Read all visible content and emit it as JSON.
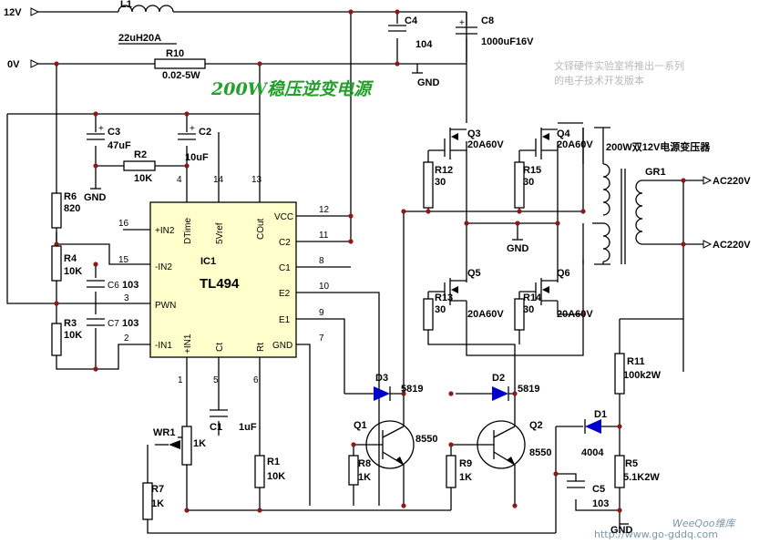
{
  "title": "200W稳压逆变电源",
  "note_lines": [
    "文铎硬件实验室将推出一系列",
    "的电子技术开发版本"
  ],
  "watermark": "http://www.go-gddq.com",
  "watermark_logo": "WeeQoo维库",
  "rails": {
    "v12": "12V",
    "v0": "0V"
  },
  "gnd": "GND",
  "ac_out": [
    "AC220V",
    "AC220V"
  ],
  "transformer": "200W双12V电源变压器",
  "gr1": "GR1",
  "ic": {
    "name": "IC1",
    "part": "TL494",
    "left_pins": [
      "+IN2",
      "-IN2",
      "PWN",
      "-IN1"
    ],
    "top_pins": [
      "DTime",
      "5Vref",
      "COut"
    ],
    "right_pins": [
      "VCC",
      "C2",
      "C1",
      "E2",
      "E1",
      "GND"
    ],
    "bottom_pins": [
      "+IN1",
      "Ct",
      "Rt"
    ],
    "pin_numbers": [
      "16",
      "15",
      "3",
      "2",
      "4",
      "14",
      "13",
      "12",
      "11",
      "8",
      "10",
      "9",
      "7",
      "1",
      "5",
      "6"
    ]
  },
  "components": {
    "L1": [
      "L1",
      "22uH20A"
    ],
    "R10": [
      "R10",
      "0.02-5W"
    ],
    "C4": [
      "C4",
      "104"
    ],
    "C8": [
      "C8",
      "1000uF16V"
    ],
    "C3": [
      "C3",
      "47uF"
    ],
    "C2": [
      "C2",
      "10uF"
    ],
    "R2": [
      "R2",
      "10K"
    ],
    "R6": [
      "R6",
      "820"
    ],
    "R4": [
      "R4",
      "10K"
    ],
    "R3": [
      "R3",
      "10K"
    ],
    "C6": [
      "C6",
      "103"
    ],
    "C7": [
      "C7",
      "103"
    ],
    "WR1": [
      "WR1",
      "1K"
    ],
    "R7": [
      "R7",
      "1K"
    ],
    "C1": [
      "C1",
      "1uF"
    ],
    "R1": [
      "R1",
      "10K"
    ],
    "Q3": [
      "Q3",
      "20A60V"
    ],
    "Q4": [
      "Q4",
      "20A60V"
    ],
    "Q5": [
      "Q5",
      "20A60V"
    ],
    "Q6": [
      "Q6",
      "20A60V"
    ],
    "R12": [
      "R12",
      "30"
    ],
    "R15": [
      "R15",
      "30"
    ],
    "R13": [
      "R13",
      "30"
    ],
    "R14": [
      "R14",
      "30"
    ],
    "D3": [
      "D3",
      "5819"
    ],
    "D2": [
      "D2",
      "5819"
    ],
    "Q1": [
      "Q1",
      "8550"
    ],
    "Q2": [
      "Q2",
      "8550"
    ],
    "R8": [
      "R8",
      "1K"
    ],
    "R9": [
      "R9",
      "1K"
    ],
    "R11": [
      "R11",
      "100k2W"
    ],
    "D1": [
      "D1",
      "4004"
    ],
    "R5": [
      "R5",
      "5.1K2W"
    ],
    "C5": [
      "C5",
      "103"
    ]
  }
}
